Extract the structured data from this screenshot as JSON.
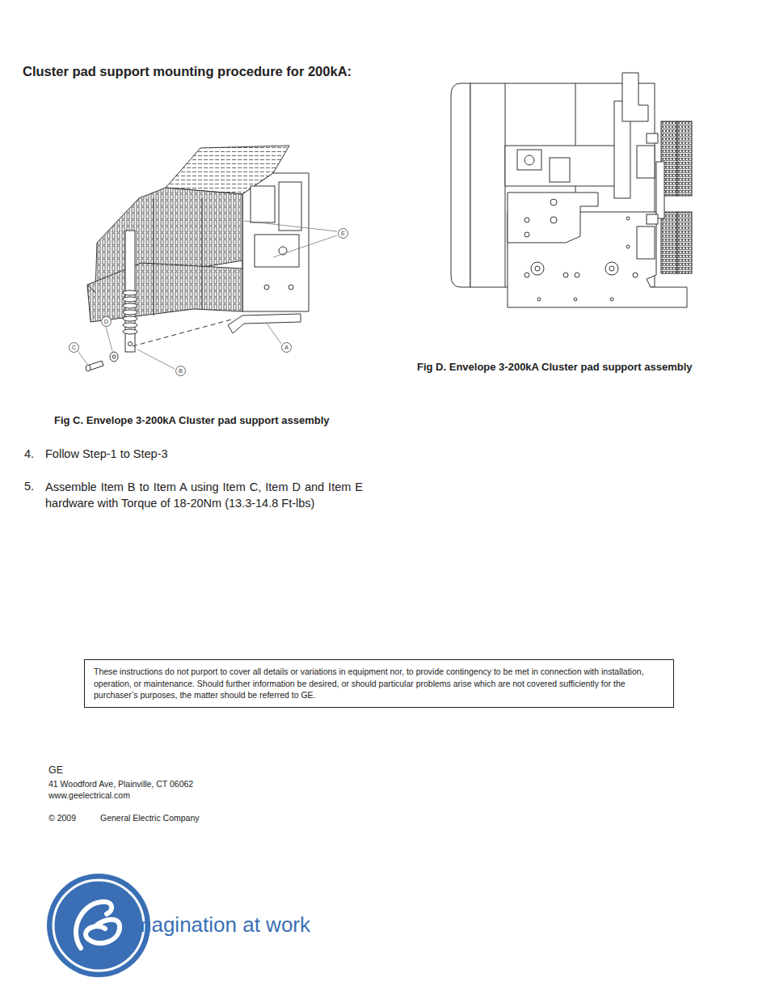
{
  "diagram": {
    "title": "Cluster pad support mounting procedure for 200kA:",
    "nodes": [
      {
        "text": [
          "E"
        ]
      },
      {
        "text": [
          "D"
        ]
      },
      {
        "text": [
          "C"
        ]
      },
      {
        "text": [
          "B"
        ]
      },
      {
        "text": [
          "A"
        ]
      },
      {
        "text": [
          "These instructions do not purport to cover all details or variations in equipment nor, to provide contingency to be met in connection with installation, operation, or maintenance.  Should further information be desired, or should particular problems arise which are not covered sufficiently for the purchaser’s purposes, the matter should be referred to GE."
        ]
      }
    ],
    "labels": [
      "Fig C. Envelope 3-200kA Cluster pad support assembly",
      "Fig D. Envelope 3-200kA Cluster pad support assembly",
      "4.",
      "Follow Step-1 to Step-3",
      "5.",
      "Assemble Item B to Item A using Item C, Item D and Item E hardware with Torque of 18-20Nm (13.3-14.8 Ft-lbs)",
      "GE",
      "41 Woodford Ave, Plainville, CT 06062",
      "www.geelectrical.com",
      "© 2009",
      "General Electric Company",
      "imagination at work"
    ]
  }
}
